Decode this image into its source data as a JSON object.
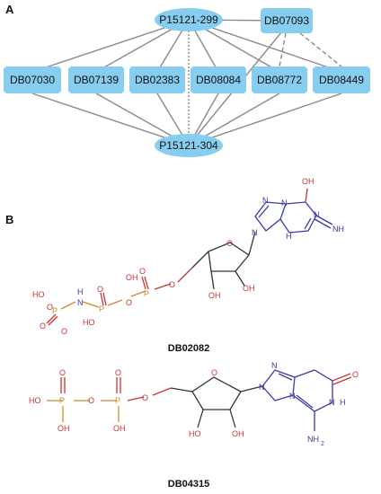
{
  "panel_a": {
    "letter": "A",
    "nodes": {
      "p299": "P15121-299",
      "p304": "P15121-304",
      "db07093": "DB07093",
      "db07030": "DB07030",
      "db07139": "DB07139",
      "db02383": "DB02383",
      "db08084": "DB08084",
      "db08772": "DB08772",
      "db08449": "DB08449"
    },
    "colors": {
      "node": "#87cdf0",
      "edge": "#8a8a8a"
    }
  },
  "panel_b": {
    "letter": "B",
    "mol1": {
      "caption": "DB02082",
      "atoms": {
        "oh_top": "OH",
        "n7": "N",
        "n1": "N",
        "n3": "N",
        "n9": "N",
        "h": "H",
        "nh": "NH",
        "o_ring": "O",
        "oh2": "OH",
        "oh3": "OH",
        "o5": "O",
        "p_a": "P",
        "p_b": "P",
        "p_c": "P",
        "ho1": "HO",
        "ho2": "HO",
        "oh_p1": "OH",
        "o_a": "O",
        "o_b": "O",
        "o_c": "O",
        "o_d": "O",
        "o_e": "O",
        "o_f": "O",
        "n_h": "H",
        "n_link": "N"
      }
    },
    "mol2": {
      "caption": "DB04315",
      "atoms": {
        "o_carbonyl": "O",
        "n7": "N",
        "n9": "N",
        "n1": "N",
        "h1": "H",
        "n3": "N",
        "nh2": "NH",
        "sub2": "2",
        "o_ring": "O",
        "ho2": "HO",
        "oh3": "OH",
        "o5": "O",
        "p_a": "P",
        "p_b": "P",
        "ho_p": "HO",
        "oh_pa": "OH",
        "oh_pb": "OH",
        "o_a_top": "O",
        "o_b_top": "O",
        "o_bridge": "O"
      }
    }
  }
}
